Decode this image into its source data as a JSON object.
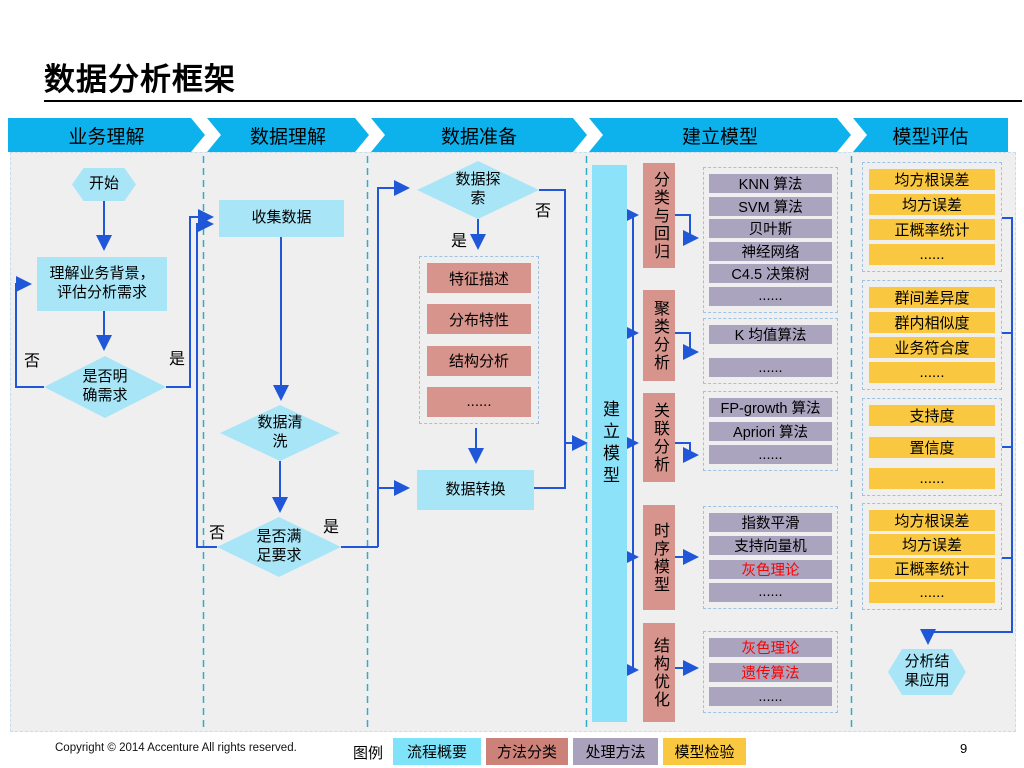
{
  "colors": {
    "stage_cyan": "#0db2ec",
    "shape_cyan": "#a8e6f7",
    "build_bar_cyan": "#8ce2f8",
    "method_pink": "#d6948c",
    "process_purple": "#aba4bf",
    "check_yellow": "#f9c840",
    "arrow_blue": "#2057d8",
    "red_text": "#fe0000",
    "panel_grey": "#efeff0"
  },
  "page": {
    "title": "数据分析框架",
    "copyright": "Copyright © 2014  Accenture  All rights reserved.",
    "legend_label": "图例",
    "page_number": "9"
  },
  "stages": [
    {
      "label": "业务理解"
    },
    {
      "label": "数据理解"
    },
    {
      "label": "数据准备"
    },
    {
      "label": "建立模型"
    },
    {
      "label": "模型评估"
    }
  ],
  "flow": {
    "yes": "是",
    "no": "否",
    "start": "开始",
    "understand_business": "理解业务背景，\n评估分析需求",
    "need_clear": "是否明\n确需求",
    "collect_data": "收集数据",
    "data_cleaning": "数据清\n洗",
    "meet_requirement": "是否满\n足要求",
    "data_explore": "数据探\n索",
    "data_transform": "数据转换",
    "build_model": "建立模型",
    "result_apply": "分析结\n果应用"
  },
  "explore_group": {
    "items": [
      "特征描述",
      "分布特性",
      "结构分析",
      "......"
    ]
  },
  "model_groups": [
    {
      "category": "分类与回归",
      "methods": [
        "KNN 算法",
        "SVM 算法",
        "贝叶斯",
        "神经网络",
        "C4.5 决策树",
        "......"
      ]
    },
    {
      "category": "聚类分析",
      "methods": [
        "K 均值算法",
        "......"
      ]
    },
    {
      "category": "关联分析",
      "methods": [
        "FP-growth 算法",
        "Apriori 算法",
        "......"
      ]
    },
    {
      "category": "时序模型",
      "methods": [
        "指数平滑",
        "支持向量机",
        "灰色理论",
        "......"
      ]
    },
    {
      "category": "结构优化",
      "methods": [
        "灰色理论",
        "遗传算法",
        "......"
      ]
    }
  ],
  "evaluation_groups": [
    {
      "items": [
        "均方根误差",
        "均方误差",
        "正概率统计",
        "......"
      ]
    },
    {
      "items": [
        "群间差异度",
        "群内相似度",
        "业务符合度",
        "......"
      ]
    },
    {
      "items": [
        "支持度",
        "置信度",
        "......"
      ]
    },
    {
      "items": [
        "均方根误差",
        "均方误差",
        "正概率统计",
        "......"
      ]
    }
  ],
  "legend": [
    {
      "label": "流程概要",
      "color": "#7fe3f9"
    },
    {
      "label": "方法分类",
      "color": "#cd8279"
    },
    {
      "label": "处理方法",
      "color": "#aaa2bc"
    },
    {
      "label": "模型检验",
      "color": "#f9c840"
    }
  ]
}
